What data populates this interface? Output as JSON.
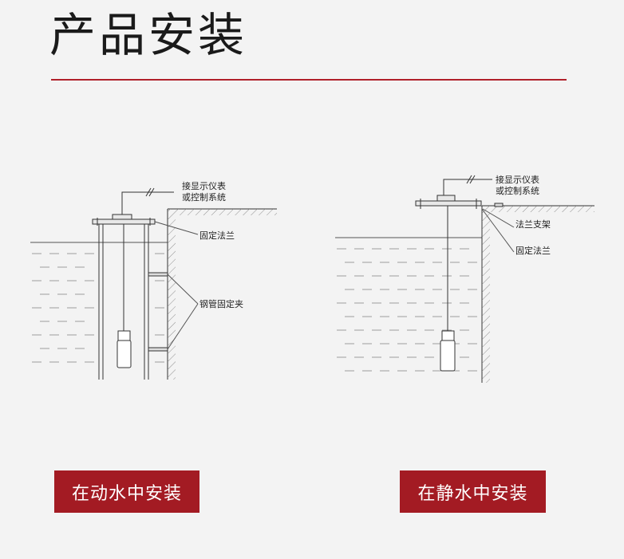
{
  "header": {
    "title": "产品安装"
  },
  "left_diagram": {
    "label_signal": [
      "接显示仪表",
      "或控制系统"
    ],
    "label_flange": "固定法兰",
    "label_clamp": "钢管固定夹"
  },
  "right_diagram": {
    "label_signal": [
      "接显示仪表",
      "或控制系统"
    ],
    "label_bracket": "法兰支架",
    "label_flange": "固定法兰"
  },
  "captions": {
    "left": "在动水中安装",
    "right": "在静水中安装"
  },
  "colors": {
    "accent": "#a31b23",
    "rule": "#b0202a",
    "line": "#333333"
  }
}
